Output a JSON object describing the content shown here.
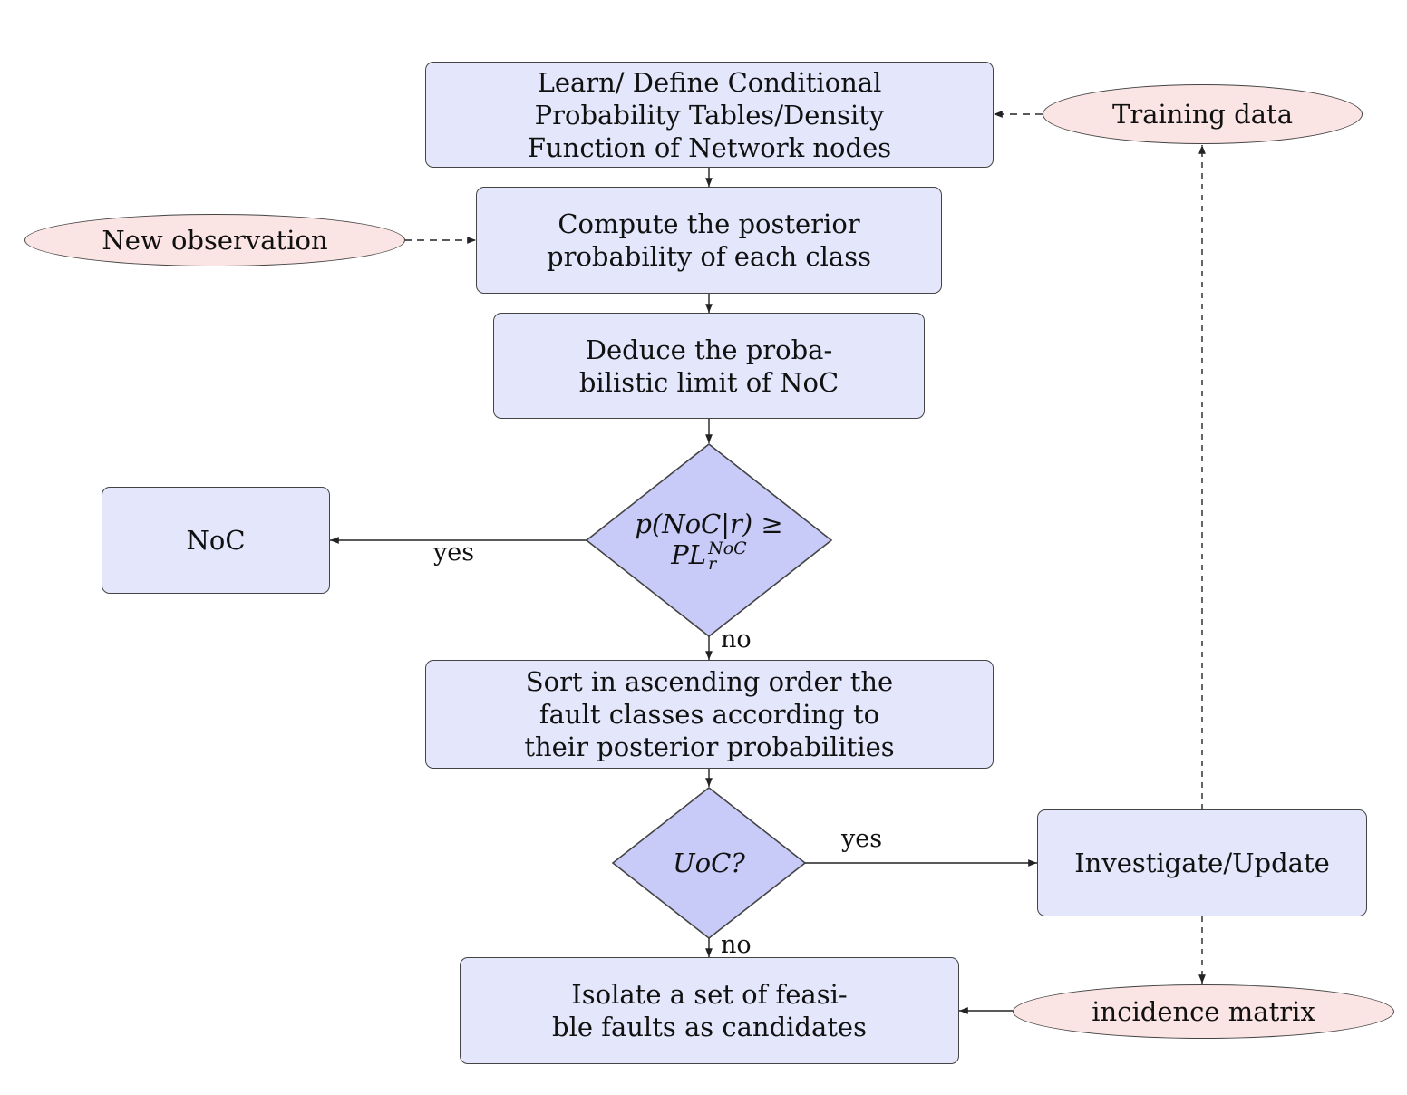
{
  "nodes": {
    "learn": {
      "lines": [
        "Learn/ Define Conditional",
        "Probability Tables/Density",
        "Function of Network nodes"
      ]
    },
    "training": {
      "label": "Training data"
    },
    "new_obs": {
      "label": "New observation"
    },
    "compute": {
      "lines": [
        "Compute the posterior",
        "probability of each class"
      ]
    },
    "deduce": {
      "lines": [
        "Deduce the proba-",
        "bilistic limit of NoC"
      ]
    },
    "decision1": {
      "line1": "p(NoC|r) ≥",
      "line2_base": "PL",
      "line2_sup": "NoC",
      "line2_sub": "r"
    },
    "noc": {
      "label": "NoC"
    },
    "sort": {
      "lines": [
        "Sort in ascending order the",
        "fault classes according to",
        "their posterior probabilities"
      ]
    },
    "decision2": {
      "label": "UoC?"
    },
    "investigate": {
      "label": "Investigate/Update"
    },
    "isolate": {
      "lines": [
        "Isolate a set of feasi-",
        "ble faults as candidates"
      ]
    },
    "incidence": {
      "label": "incidence matrix"
    }
  },
  "edge_labels": {
    "d1_yes": "yes",
    "d1_no": "no",
    "d2_yes": "yes",
    "d2_no": "no"
  },
  "colors": {
    "process_fill": "#e4e6fb",
    "decision_fill": "#c8cbf7",
    "data_fill": "#fbe4e4",
    "stroke": "#444444"
  }
}
